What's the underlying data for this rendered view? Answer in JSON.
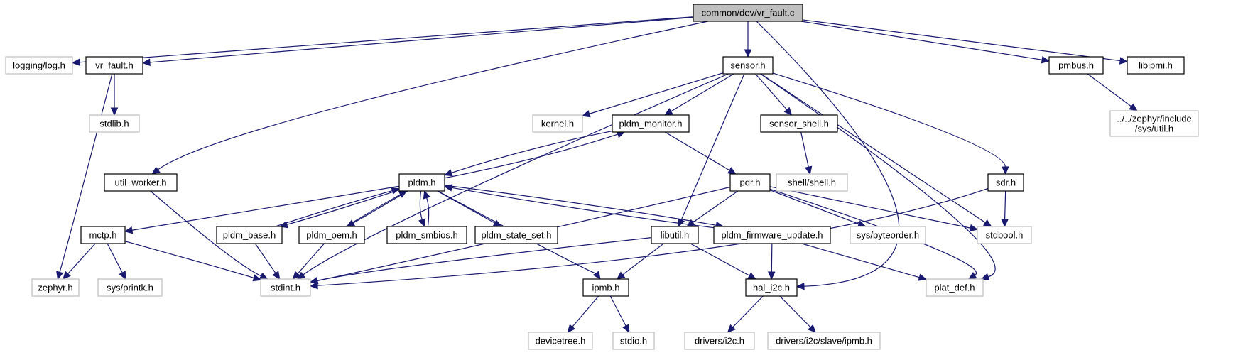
{
  "colors": {
    "edge": "#191970",
    "root_fill": "#bfbfbf",
    "root_stroke": "#000000",
    "doc_stroke": "#000000",
    "ext_stroke": "#bfbfbf",
    "background": "#ffffff"
  },
  "nodes": {
    "vr_fault_c": {
      "label": "common/dev/vr_fault.c",
      "kind": "root"
    },
    "logging_log_h": {
      "label": "logging/log.h",
      "kind": "external"
    },
    "vr_fault_h": {
      "label": "vr_fault.h",
      "kind": "documented"
    },
    "sensor_h": {
      "label": "sensor.h",
      "kind": "documented"
    },
    "pmbus_h": {
      "label": "pmbus.h",
      "kind": "documented"
    },
    "libipmi_h": {
      "label": "libipmi.h",
      "kind": "documented"
    },
    "stdlib_h": {
      "label": "stdlib.h",
      "kind": "external"
    },
    "kernel_h": {
      "label": "kernel.h",
      "kind": "external"
    },
    "pldm_monitor_h": {
      "label": "pldm_monitor.h",
      "kind": "documented"
    },
    "sensor_shell_h": {
      "label": "sensor_shell.h",
      "kind": "documented"
    },
    "zephyr_util_h": {
      "label": "../../zephyr/include\n/sys/util.h",
      "kind": "external"
    },
    "util_worker_h": {
      "label": "util_worker.h",
      "kind": "documented"
    },
    "pldm_h": {
      "label": "pldm.h",
      "kind": "documented"
    },
    "pdr_h": {
      "label": "pdr.h",
      "kind": "documented"
    },
    "shell_shell_h": {
      "label": "shell/shell.h",
      "kind": "external"
    },
    "sdr_h": {
      "label": "sdr.h",
      "kind": "documented"
    },
    "mctp_h": {
      "label": "mctp.h",
      "kind": "documented"
    },
    "pldm_base_h": {
      "label": "pldm_base.h",
      "kind": "documented"
    },
    "pldm_oem_h": {
      "label": "pldm_oem.h",
      "kind": "documented"
    },
    "pldm_smbios_h": {
      "label": "pldm_smbios.h",
      "kind": "documented"
    },
    "pldm_state_set_h": {
      "label": "pldm_state_set.h",
      "kind": "documented"
    },
    "libutil_h": {
      "label": "libutil.h",
      "kind": "documented"
    },
    "pldm_firmware_update_h": {
      "label": "pldm_firmware_update.h",
      "kind": "documented"
    },
    "sys_byteorder_h": {
      "label": "sys/byteorder.h",
      "kind": "external"
    },
    "stdbool_h": {
      "label": "stdbool.h",
      "kind": "external"
    },
    "zephyr_h": {
      "label": "zephyr.h",
      "kind": "external"
    },
    "sys_printk_h": {
      "label": "sys/printk.h",
      "kind": "external"
    },
    "stdint_h": {
      "label": "stdint.h",
      "kind": "external"
    },
    "ipmb_h": {
      "label": "ipmb.h",
      "kind": "documented"
    },
    "hal_i2c_h": {
      "label": "hal_i2c.h",
      "kind": "documented"
    },
    "plat_def_h": {
      "label": "plat_def.h",
      "kind": "external"
    },
    "devicetree_h": {
      "label": "devicetree.h",
      "kind": "external"
    },
    "stdio_h": {
      "label": "stdio.h",
      "kind": "external"
    },
    "drivers_i2c_h": {
      "label": "drivers/i2c.h",
      "kind": "external"
    },
    "drivers_i2c_slave_ipmb_h": {
      "label": "drivers/i2c/slave/ipmb.h",
      "kind": "external"
    }
  },
  "edges": [
    [
      "vr_fault_c",
      "logging_log_h"
    ],
    [
      "vr_fault_c",
      "vr_fault_h"
    ],
    [
      "vr_fault_c",
      "sensor_h"
    ],
    [
      "vr_fault_c",
      "pmbus_h"
    ],
    [
      "vr_fault_c",
      "libipmi_h"
    ],
    [
      "vr_fault_c",
      "util_worker_h"
    ],
    [
      "vr_fault_c",
      "hal_i2c_h"
    ],
    [
      "vr_fault_h",
      "stdlib_h"
    ],
    [
      "vr_fault_h",
      "zephyr_h"
    ],
    [
      "sensor_h",
      "kernel_h"
    ],
    [
      "sensor_h",
      "pldm_monitor_h"
    ],
    [
      "sensor_h",
      "sensor_shell_h"
    ],
    [
      "sensor_h",
      "stdint_h"
    ],
    [
      "sensor_h",
      "libutil_h"
    ],
    [
      "sensor_h",
      "stdbool_h"
    ],
    [
      "sensor_h",
      "sdr_h"
    ],
    [
      "sensor_h",
      "plat_def_h"
    ],
    [
      "pmbus_h",
      "zephyr_util_h"
    ],
    [
      "util_worker_h",
      "stdint_h"
    ],
    [
      "pldm_monitor_h",
      "pldm_h"
    ],
    [
      "pldm_monitor_h",
      "pdr_h"
    ],
    [
      "sensor_shell_h",
      "shell_shell_h"
    ],
    [
      "sdr_h",
      "stdbool_h"
    ],
    [
      "sdr_h",
      "stdint_h"
    ],
    [
      "pldm_h",
      "pldm_monitor_h"
    ],
    [
      "pldm_h",
      "mctp_h"
    ],
    [
      "pldm_h",
      "pldm_base_h"
    ],
    [
      "pldm_h",
      "pldm_oem_h"
    ],
    [
      "pldm_h",
      "pldm_smbios_h"
    ],
    [
      "pldm_h",
      "pldm_state_set_h"
    ],
    [
      "pldm_h",
      "pldm_firmware_update_h"
    ],
    [
      "pldm_h",
      "ipmb_h"
    ],
    [
      "pldm_base_h",
      "pldm_h"
    ],
    [
      "pldm_base_h",
      "stdint_h"
    ],
    [
      "pldm_oem_h",
      "pldm_h"
    ],
    [
      "pldm_oem_h",
      "stdint_h"
    ],
    [
      "pldm_smbios_h",
      "pldm_h"
    ],
    [
      "pldm_firmware_update_h",
      "pldm_h"
    ],
    [
      "pldm_firmware_update_h",
      "hal_i2c_h"
    ],
    [
      "pldm_firmware_update_h",
      "plat_def_h"
    ],
    [
      "pdr_h",
      "libutil_h"
    ],
    [
      "pdr_h",
      "sys_byteorder_h"
    ],
    [
      "pdr_h",
      "stdbool_h"
    ],
    [
      "pdr_h",
      "stdint_h"
    ],
    [
      "pdr_h",
      "plat_def_h"
    ],
    [
      "mctp_h",
      "zephyr_h"
    ],
    [
      "mctp_h",
      "sys_printk_h"
    ],
    [
      "mctp_h",
      "stdint_h"
    ],
    [
      "libutil_h",
      "stdint_h"
    ],
    [
      "libutil_h",
      "ipmb_h"
    ],
    [
      "libutil_h",
      "hal_i2c_h"
    ],
    [
      "ipmb_h",
      "devicetree_h"
    ],
    [
      "ipmb_h",
      "stdio_h"
    ],
    [
      "hal_i2c_h",
      "drivers_i2c_h"
    ],
    [
      "hal_i2c_h",
      "drivers_i2c_slave_ipmb_h"
    ]
  ]
}
